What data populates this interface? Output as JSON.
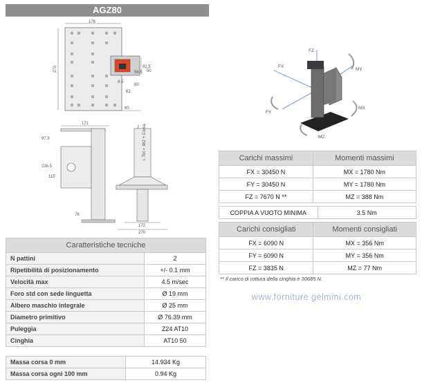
{
  "title": "AGZ80",
  "top_drawing": {
    "dim_width": "176",
    "dim_height": "270",
    "dim_rail": "80",
    "dim_62": "62",
    "dim_85": "8.5",
    "dim_50": "50",
    "dim_565": "56.5",
    "dim_825": "82.5",
    "dim_80b": "80"
  },
  "side_drawing": {
    "dim_171": "171",
    "dim_975": "97.5",
    "dim_2165": "216.5",
    "dim_115": "115",
    "dim_76": "76",
    "dim_2": "2",
    "dim_stroke": "L.Tot = 382 + Corsa",
    "dim_172": "172",
    "dim_270": "270"
  },
  "iso_labels": {
    "fz": "FZ",
    "fx": "FX",
    "fy": "FY",
    "mx": "MX",
    "my": "MY",
    "mz": "MZ"
  },
  "specs": {
    "header": "Caratteristiche tecniche",
    "rows": [
      {
        "label": "N pattini",
        "value": "2"
      },
      {
        "label": "Ripetibilità di posizionamento",
        "value": "+/- 0.1 mm"
      },
      {
        "label": "Velocità max",
        "value": "4.5 m/sec"
      },
      {
        "label": "Foro std con sede linguetta",
        "value": "Ø 19 mm"
      },
      {
        "label": "Albero maschio integrale",
        "value": "Ø 25 mm"
      },
      {
        "label": "Diametro primitivo",
        "value": "Ø 76.39 mm"
      },
      {
        "label": "Puleggia",
        "value": "Z24 AT10"
      },
      {
        "label": "Cinghia",
        "value": "AT10 50"
      }
    ],
    "mass_rows": [
      {
        "label": "Massa corsa 0 mm",
        "value": "14.934 Kg"
      },
      {
        "label": "Massa corsa ogni 100 mm",
        "value": "0.94 Kg"
      }
    ]
  },
  "max_loads": {
    "header_loads": "Carichi massimi",
    "header_moments": "Momenti massimi",
    "rows": [
      {
        "load": "FX = 30450 N",
        "moment": "MX = 1780 Nm"
      },
      {
        "load": "FY = 30450 N",
        "moment": "MY = 1780 Nm"
      },
      {
        "load": "FZ = 7670 N **",
        "moment": "MZ = 388 Nm"
      }
    ]
  },
  "torque": {
    "label": "COPPIA A VUOTO MINIMA",
    "value": "3.5 Nm"
  },
  "recommended": {
    "header_loads": "Carichi consigliati",
    "header_moments": "Momenti consigliati",
    "rows": [
      {
        "load": "FX = 6090 N",
        "moment": "MX = 356 Nm"
      },
      {
        "load": "FY = 6090 N",
        "moment": "MY = 356 Nm"
      },
      {
        "load": "FZ = 3835 N",
        "moment": "MZ = 77 Nm"
      }
    ]
  },
  "note": "** Il carico di rottura della cinghia è 30685 N.",
  "watermark": "www.forniture gelmini.com",
  "colors": {
    "title_bg": "#8f8f8f",
    "header_bg": "#dcdcdc",
    "accent_red": "#d9472b"
  }
}
